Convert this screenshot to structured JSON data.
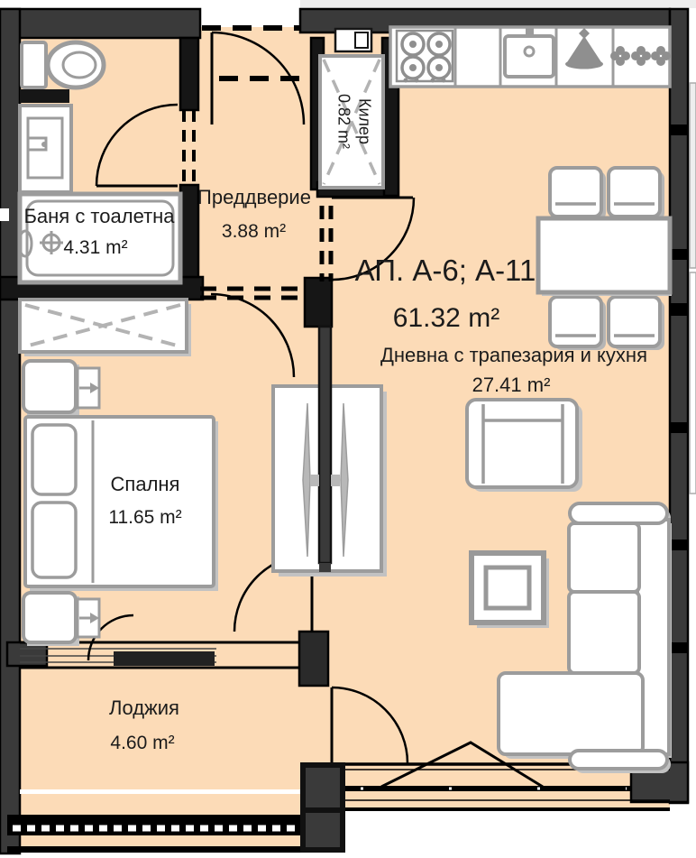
{
  "document": {
    "type": "apartment floor plan"
  },
  "apartment": {
    "title": "АП. А-6; А-11",
    "total_area": "61.32 m²"
  },
  "rooms": {
    "living": {
      "name": "Дневна с трапезария и кухня",
      "area": "27.41 m²"
    },
    "bathroom": {
      "name": "Баня с тоалетна",
      "area": "4.31 m²"
    },
    "hallway": {
      "name": "Преддверие",
      "area": "3.88 m²"
    },
    "closet": {
      "name": "Килер",
      "area": "0.82 m²"
    },
    "bedroom": {
      "name": "Спалня",
      "area": "11.65 m²"
    },
    "loggia": {
      "name": "Лоджия",
      "area": "4.60 m²"
    }
  },
  "colors": {
    "floor": "#fcdbb7",
    "wall_dark": "#3a3a3a",
    "wall_black": "#111111",
    "furniture_outline": "#9c9c9c",
    "hatch": "#b3b3b3",
    "background": "#ffffff"
  },
  "fixtures": [
    "toilet",
    "bathroom-sink",
    "bathtub",
    "washing-machine",
    "stove",
    "kitchen-sink",
    "dish-rack",
    "decor-flowers",
    "dining-table",
    "dining-chairs",
    "double-bed",
    "nightstands",
    "wardrobe",
    "tv-units",
    "armchair",
    "coffee-table",
    "corner-sofa",
    "loggia-railing"
  ]
}
